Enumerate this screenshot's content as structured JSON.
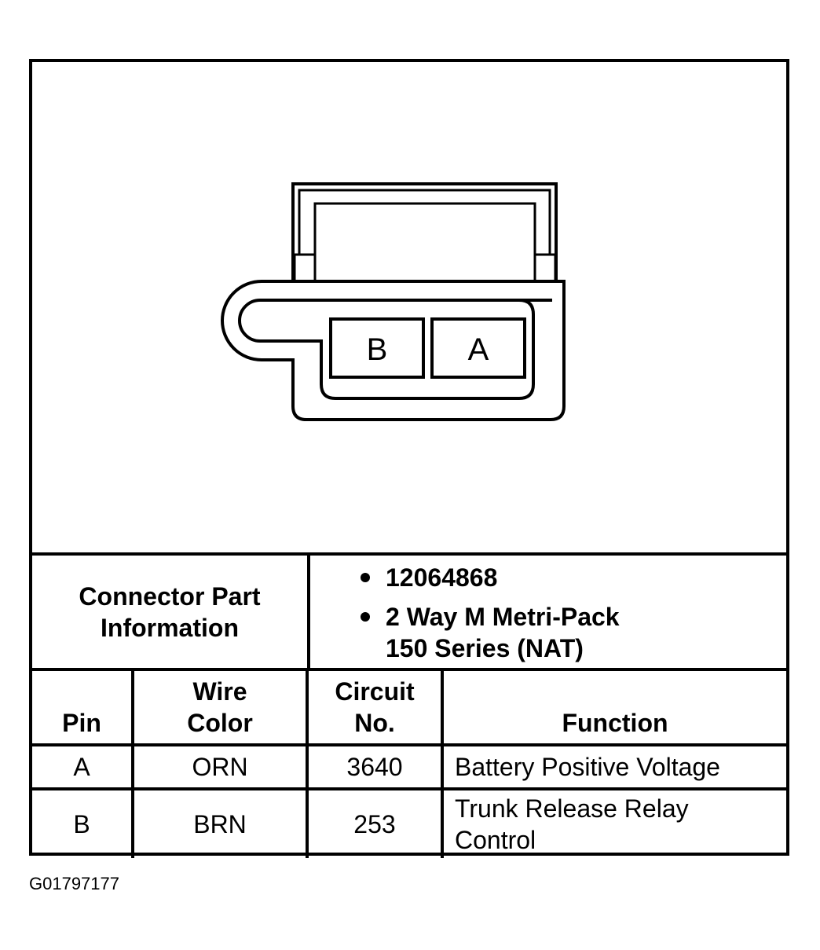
{
  "connector_diagram": {
    "cavity_labels": [
      "B",
      "A"
    ]
  },
  "part_info": {
    "label_line1": "Connector Part",
    "label_line2": "Information",
    "part_number": "12064868",
    "description_line1": "2 Way M Metri-Pack",
    "description_line2": "150 Series (NAT)"
  },
  "pin_table": {
    "headers": {
      "pin": "Pin",
      "wire_color_line1": "Wire",
      "wire_color_line2": "Color",
      "circuit_line1": "Circuit",
      "circuit_line2": "No.",
      "function": "Function"
    },
    "rows": [
      {
        "pin": "A",
        "wire_color": "ORN",
        "circuit": "3640",
        "function_line1": "Battery Positive Voltage",
        "function_line2": ""
      },
      {
        "pin": "B",
        "wire_color": "BRN",
        "circuit": "253",
        "function_line1": "Trunk Release Relay",
        "function_line2": "Control"
      }
    ]
  },
  "figure_id": "G01797177"
}
